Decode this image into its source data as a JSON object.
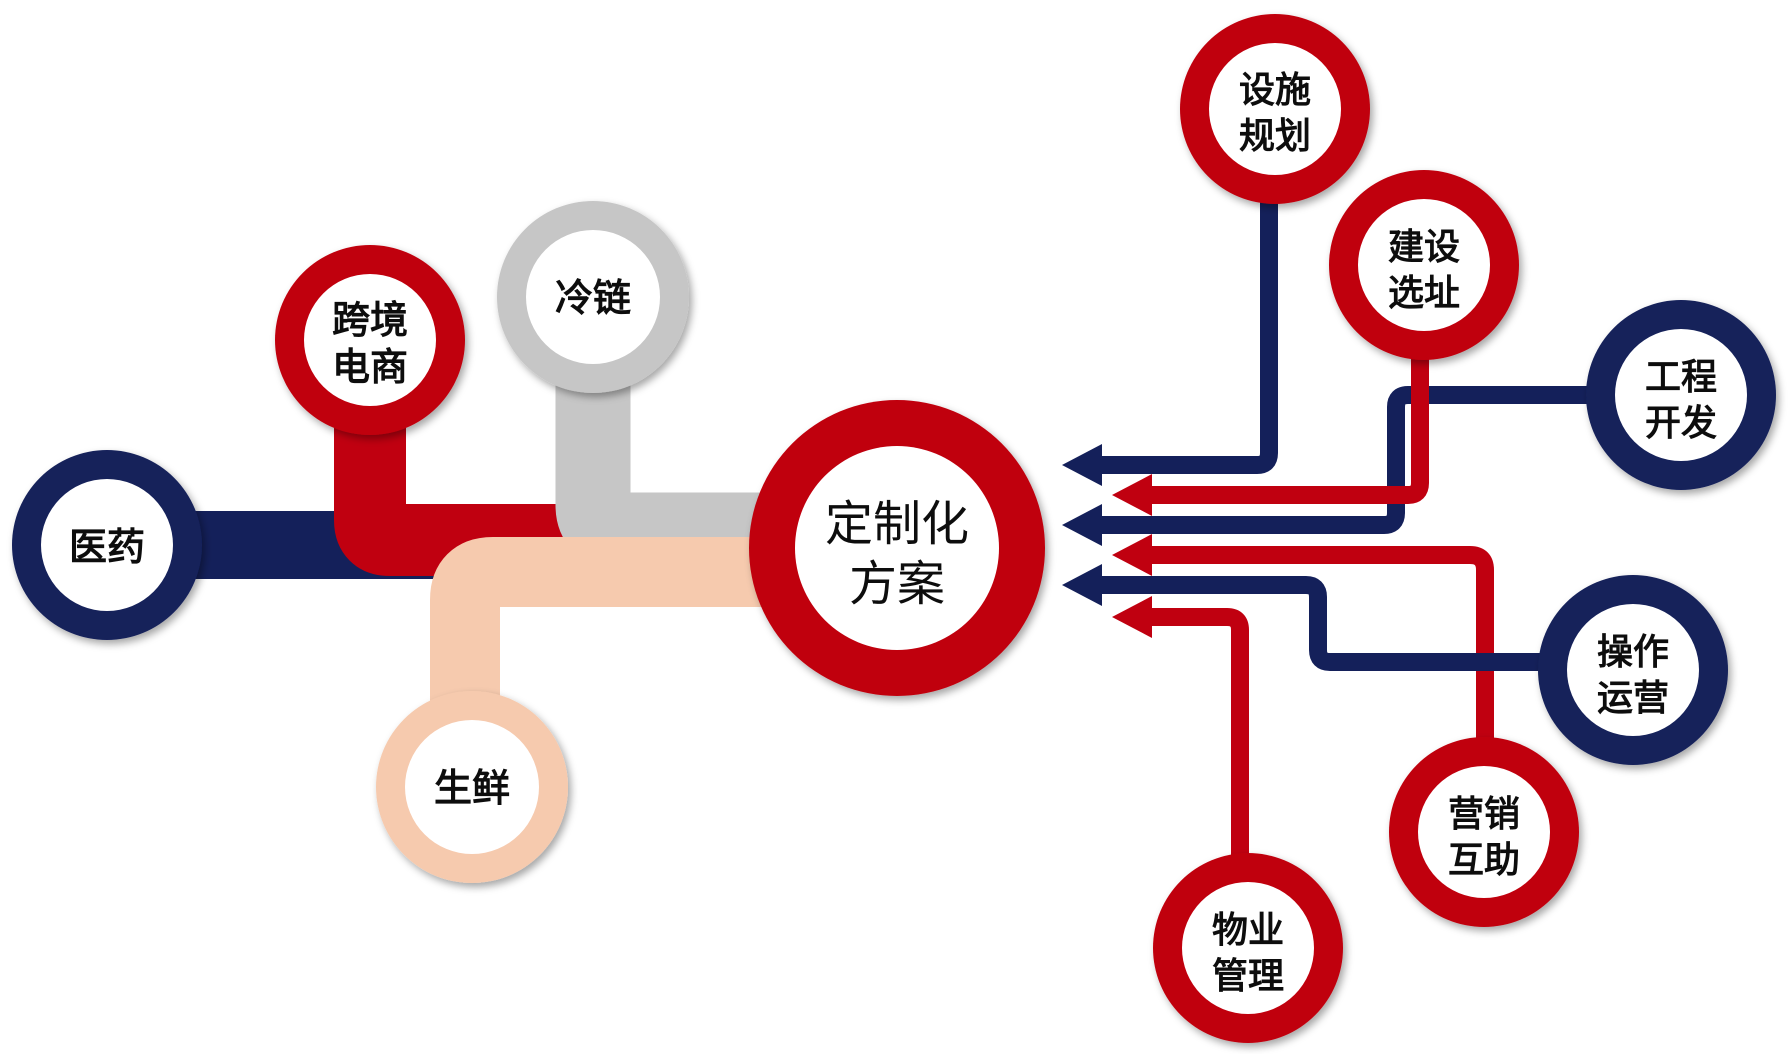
{
  "colors": {
    "navy": "#14205A",
    "red": "#C00010",
    "gray": "#C6C6C6",
    "peach": "#F6CAAE",
    "inner": "#FFFFFF"
  },
  "center": {
    "line1": "定制化",
    "line2": "方案"
  },
  "left_nodes": {
    "yiyao": {
      "label": "医药"
    },
    "kuajing": {
      "line1": "跨境",
      "line2": "电商"
    },
    "lenglian": {
      "label": "冷链"
    },
    "shengxian": {
      "label": "生鲜"
    }
  },
  "right_nodes": {
    "sheshi": {
      "line1": "设施",
      "line2": "规划"
    },
    "jianshe": {
      "line1": "建设",
      "line2": "选址"
    },
    "gongcheng": {
      "line1": "工程",
      "line2": "开发"
    },
    "caozuo": {
      "line1": "操作",
      "line2": "运营"
    },
    "yingxiao": {
      "line1": "营销",
      "line2": "互助"
    },
    "wuye": {
      "line1": "物业",
      "line2": "管理"
    }
  }
}
